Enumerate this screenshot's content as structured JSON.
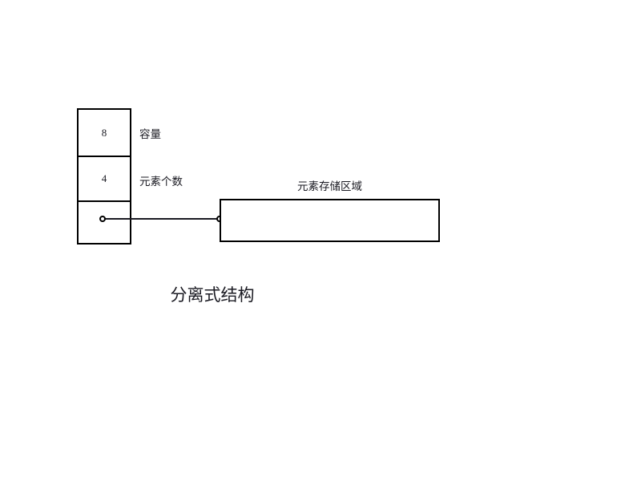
{
  "diagram": {
    "caption": "分离式结构",
    "header_struct": {
      "name": "header-struct",
      "cells": [
        {
          "value": "8",
          "label": "容量"
        },
        {
          "value": "4",
          "label": "元素个数"
        },
        {
          "value": "",
          "label": ""
        }
      ]
    },
    "storage": {
      "label": "元素存储区域",
      "value": ""
    },
    "pointer": {
      "source_dot": "●",
      "target_dot": "●"
    },
    "colors": {
      "stroke": "#000000",
      "line": "#1a1a22",
      "text": "#1a1a22",
      "background": "#ffffff"
    }
  }
}
